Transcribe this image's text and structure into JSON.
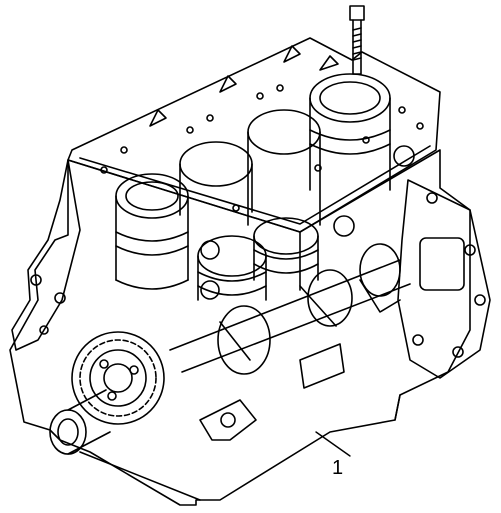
{
  "figure": {
    "subject": "engine-block-cutaway",
    "callouts": [
      {
        "label": "1",
        "target": "crankcase"
      }
    ]
  }
}
